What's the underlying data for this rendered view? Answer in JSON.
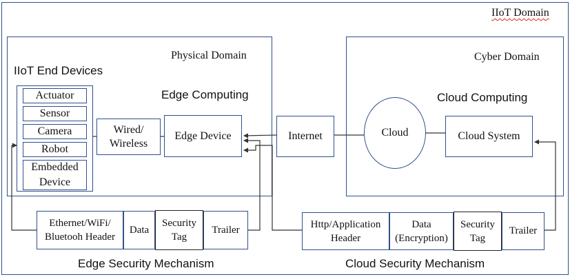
{
  "domains": {
    "iiot": "IIoT Domain",
    "physical": "Physical Domain",
    "cyber": "Cyber Domain"
  },
  "end_devices": {
    "title": "IIoT End Devices",
    "items": [
      "Actuator",
      "Sensor",
      "Camera",
      "Robot",
      "Embedded Device"
    ]
  },
  "edge": {
    "title": "Edge Computing",
    "link": "Wired/ Wireless",
    "device": "Edge Device"
  },
  "internet": "Internet",
  "cloud": {
    "title": "Cloud Computing",
    "node": "Cloud",
    "system": "Cloud System"
  },
  "edge_packet": {
    "cells": [
      "Ethernet/WiFi/ Bluetooh Header",
      "Data",
      "Security Tag",
      "Trailer"
    ],
    "caption": "Edge Security Mechanism"
  },
  "cloud_packet": {
    "cells": [
      "Http/Application Header",
      "Data (Encryption)",
      "Security Tag",
      "Trailer"
    ],
    "caption": "Cloud Security Mechanism"
  },
  "colors": {
    "box_border": "#2f4f8a",
    "line": "#333333",
    "spellcheck": "#d22222"
  }
}
